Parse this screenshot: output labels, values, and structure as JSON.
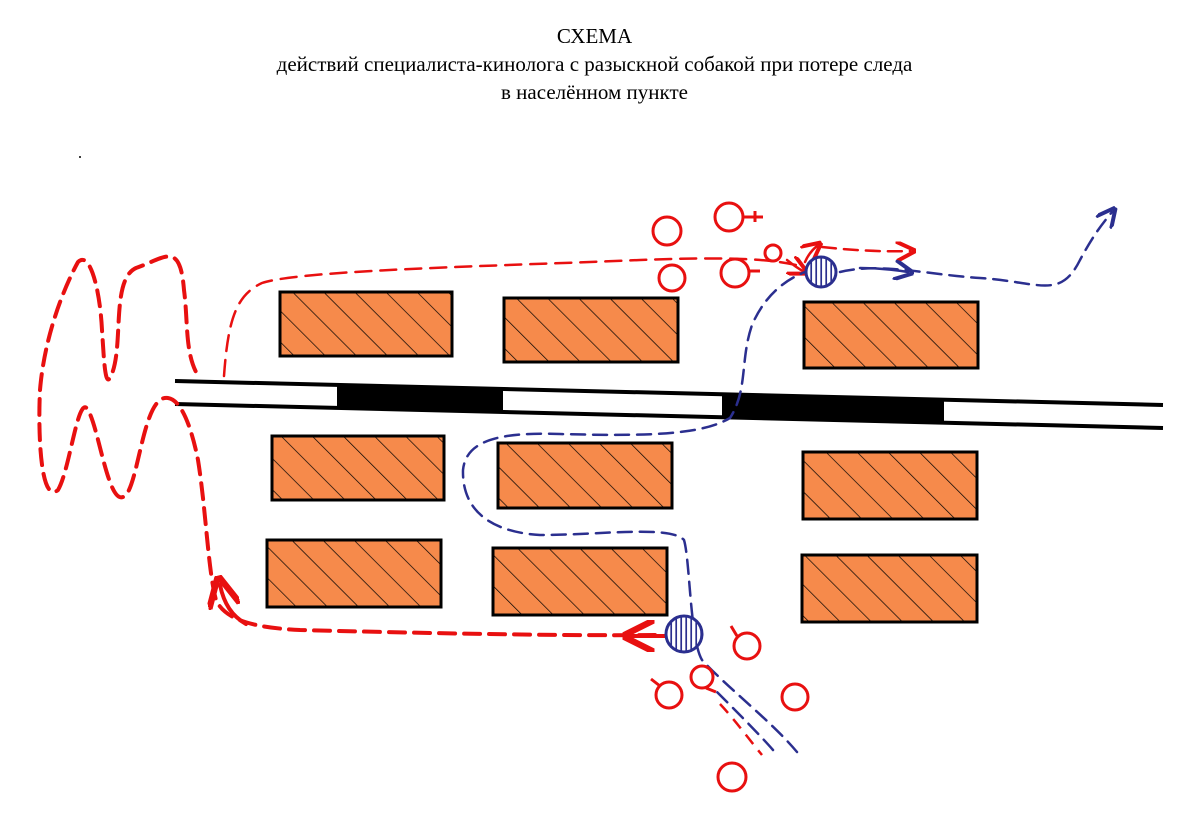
{
  "title": {
    "line1": "СХЕМА",
    "line2": "действий специалиста-кинолога с разыскной собакой при потере следа",
    "line3": "в населённом пункте"
  },
  "colors": {
    "building_fill": "#f68a4b",
    "building_hatch": "#000000",
    "road": "#000000",
    "red_track": "#e81010",
    "blue_track": "#2b2f8f",
    "marker_fill": "#ffffff"
  },
  "legend_symbols": {
    "building": "hatched-rectangle",
    "dog_handler": "striped-circle",
    "person": "red-circle"
  }
}
